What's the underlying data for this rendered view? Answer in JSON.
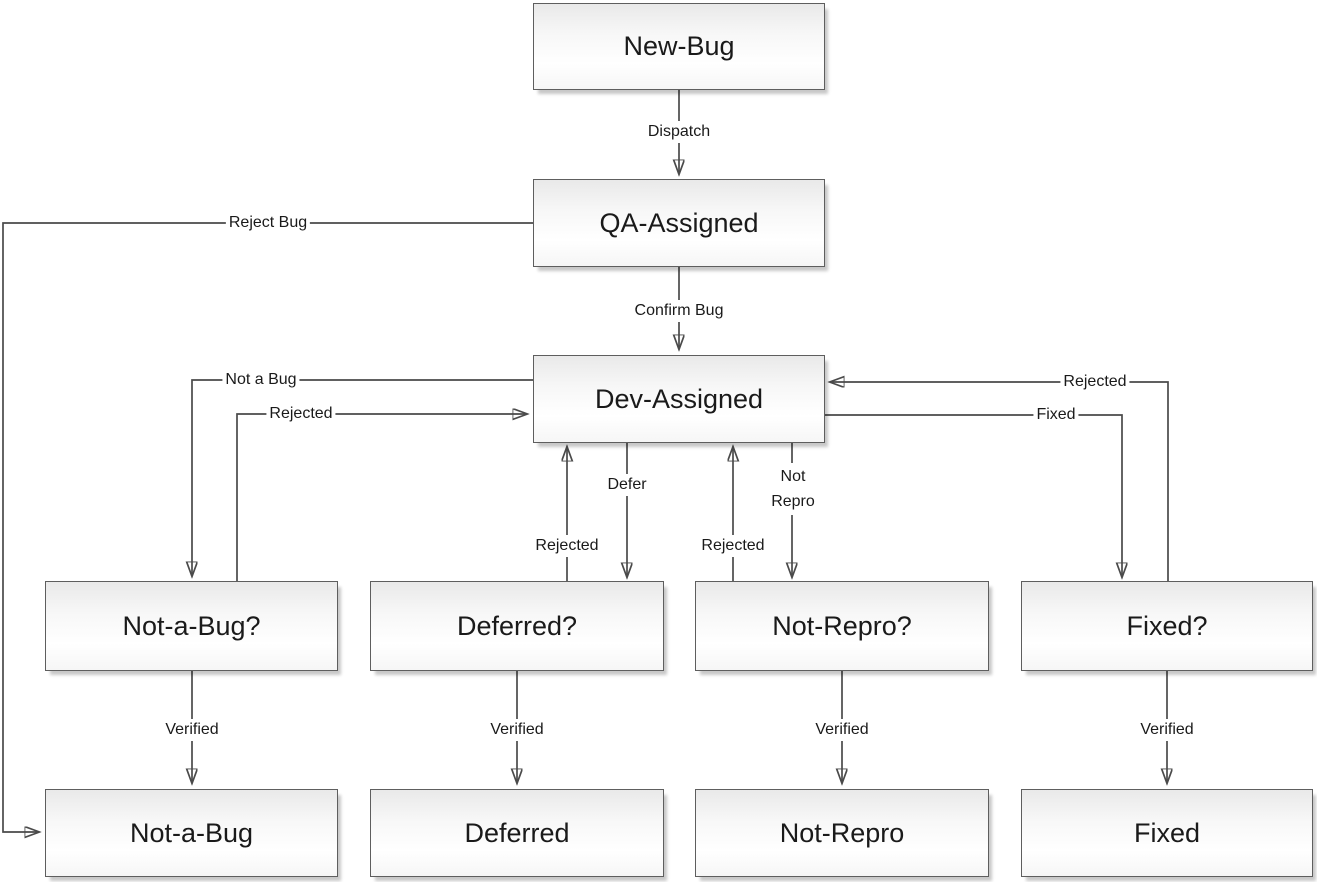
{
  "diagram_type": "flowchart",
  "nodes": {
    "new_bug": {
      "label": "New-Bug"
    },
    "qa_assigned": {
      "label": "QA-Assigned"
    },
    "dev_assigned": {
      "label": "Dev-Assigned"
    },
    "not_a_bug_check": {
      "label": "Not-a-Bug?"
    },
    "deferred_check": {
      "label": "Deferred?"
    },
    "not_repro_check": {
      "label": "Not-Repro?"
    },
    "fixed_check": {
      "label": "Fixed?"
    },
    "not_a_bug": {
      "label": "Not-a-Bug"
    },
    "deferred": {
      "label": "Deferred"
    },
    "not_repro": {
      "label": "Not-Repro"
    },
    "fixed": {
      "label": "Fixed"
    }
  },
  "edges": {
    "dispatch": {
      "label": "Dispatch",
      "from": "New-Bug",
      "to": "QA-Assigned"
    },
    "confirm_bug": {
      "label": "Confirm Bug",
      "from": "QA-Assigned",
      "to": "Dev-Assigned"
    },
    "reject_bug": {
      "label": "Reject Bug",
      "from": "QA-Assigned",
      "to": "Not-a-Bug"
    },
    "not_a_bug": {
      "label": "Not a Bug",
      "from": "Dev-Assigned",
      "to": "Not-a-Bug?"
    },
    "rejected_from_notabug": {
      "label": "Rejected",
      "from": "Not-a-Bug?",
      "to": "Dev-Assigned"
    },
    "defer": {
      "label": "Defer",
      "from": "Dev-Assigned",
      "to": "Deferred?"
    },
    "rejected_from_deferred": {
      "label": "Rejected",
      "from": "Deferred?",
      "to": "Dev-Assigned"
    },
    "not_repro": {
      "label": "Not Repro",
      "from": "Dev-Assigned",
      "to": "Not-Repro?"
    },
    "rejected_from_notrepro": {
      "label": "Rejected",
      "from": "Not-Repro?",
      "to": "Dev-Assigned"
    },
    "fixed": {
      "label": "Fixed",
      "from": "Dev-Assigned",
      "to": "Fixed?"
    },
    "rejected_from_fixed": {
      "label": "Rejected",
      "from": "Fixed?",
      "to": "Dev-Assigned"
    },
    "verified_notabug": {
      "label": "Verified",
      "from": "Not-a-Bug?",
      "to": "Not-a-Bug"
    },
    "verified_deferred": {
      "label": "Verified",
      "from": "Deferred?",
      "to": "Deferred"
    },
    "verified_notrepro": {
      "label": "Verified",
      "from": "Not-Repro?",
      "to": "Not-Repro"
    },
    "verified_fixed": {
      "label": "Verified",
      "from": "Fixed?",
      "to": "Fixed"
    }
  },
  "colors": {
    "line": "#4a4a4a",
    "node_border": "#5e5e5e",
    "text": "#1a1a1a",
    "node_fill_top": "#e9e9e9",
    "node_fill_bottom": "#ffffff",
    "background": "#ffffff"
  }
}
